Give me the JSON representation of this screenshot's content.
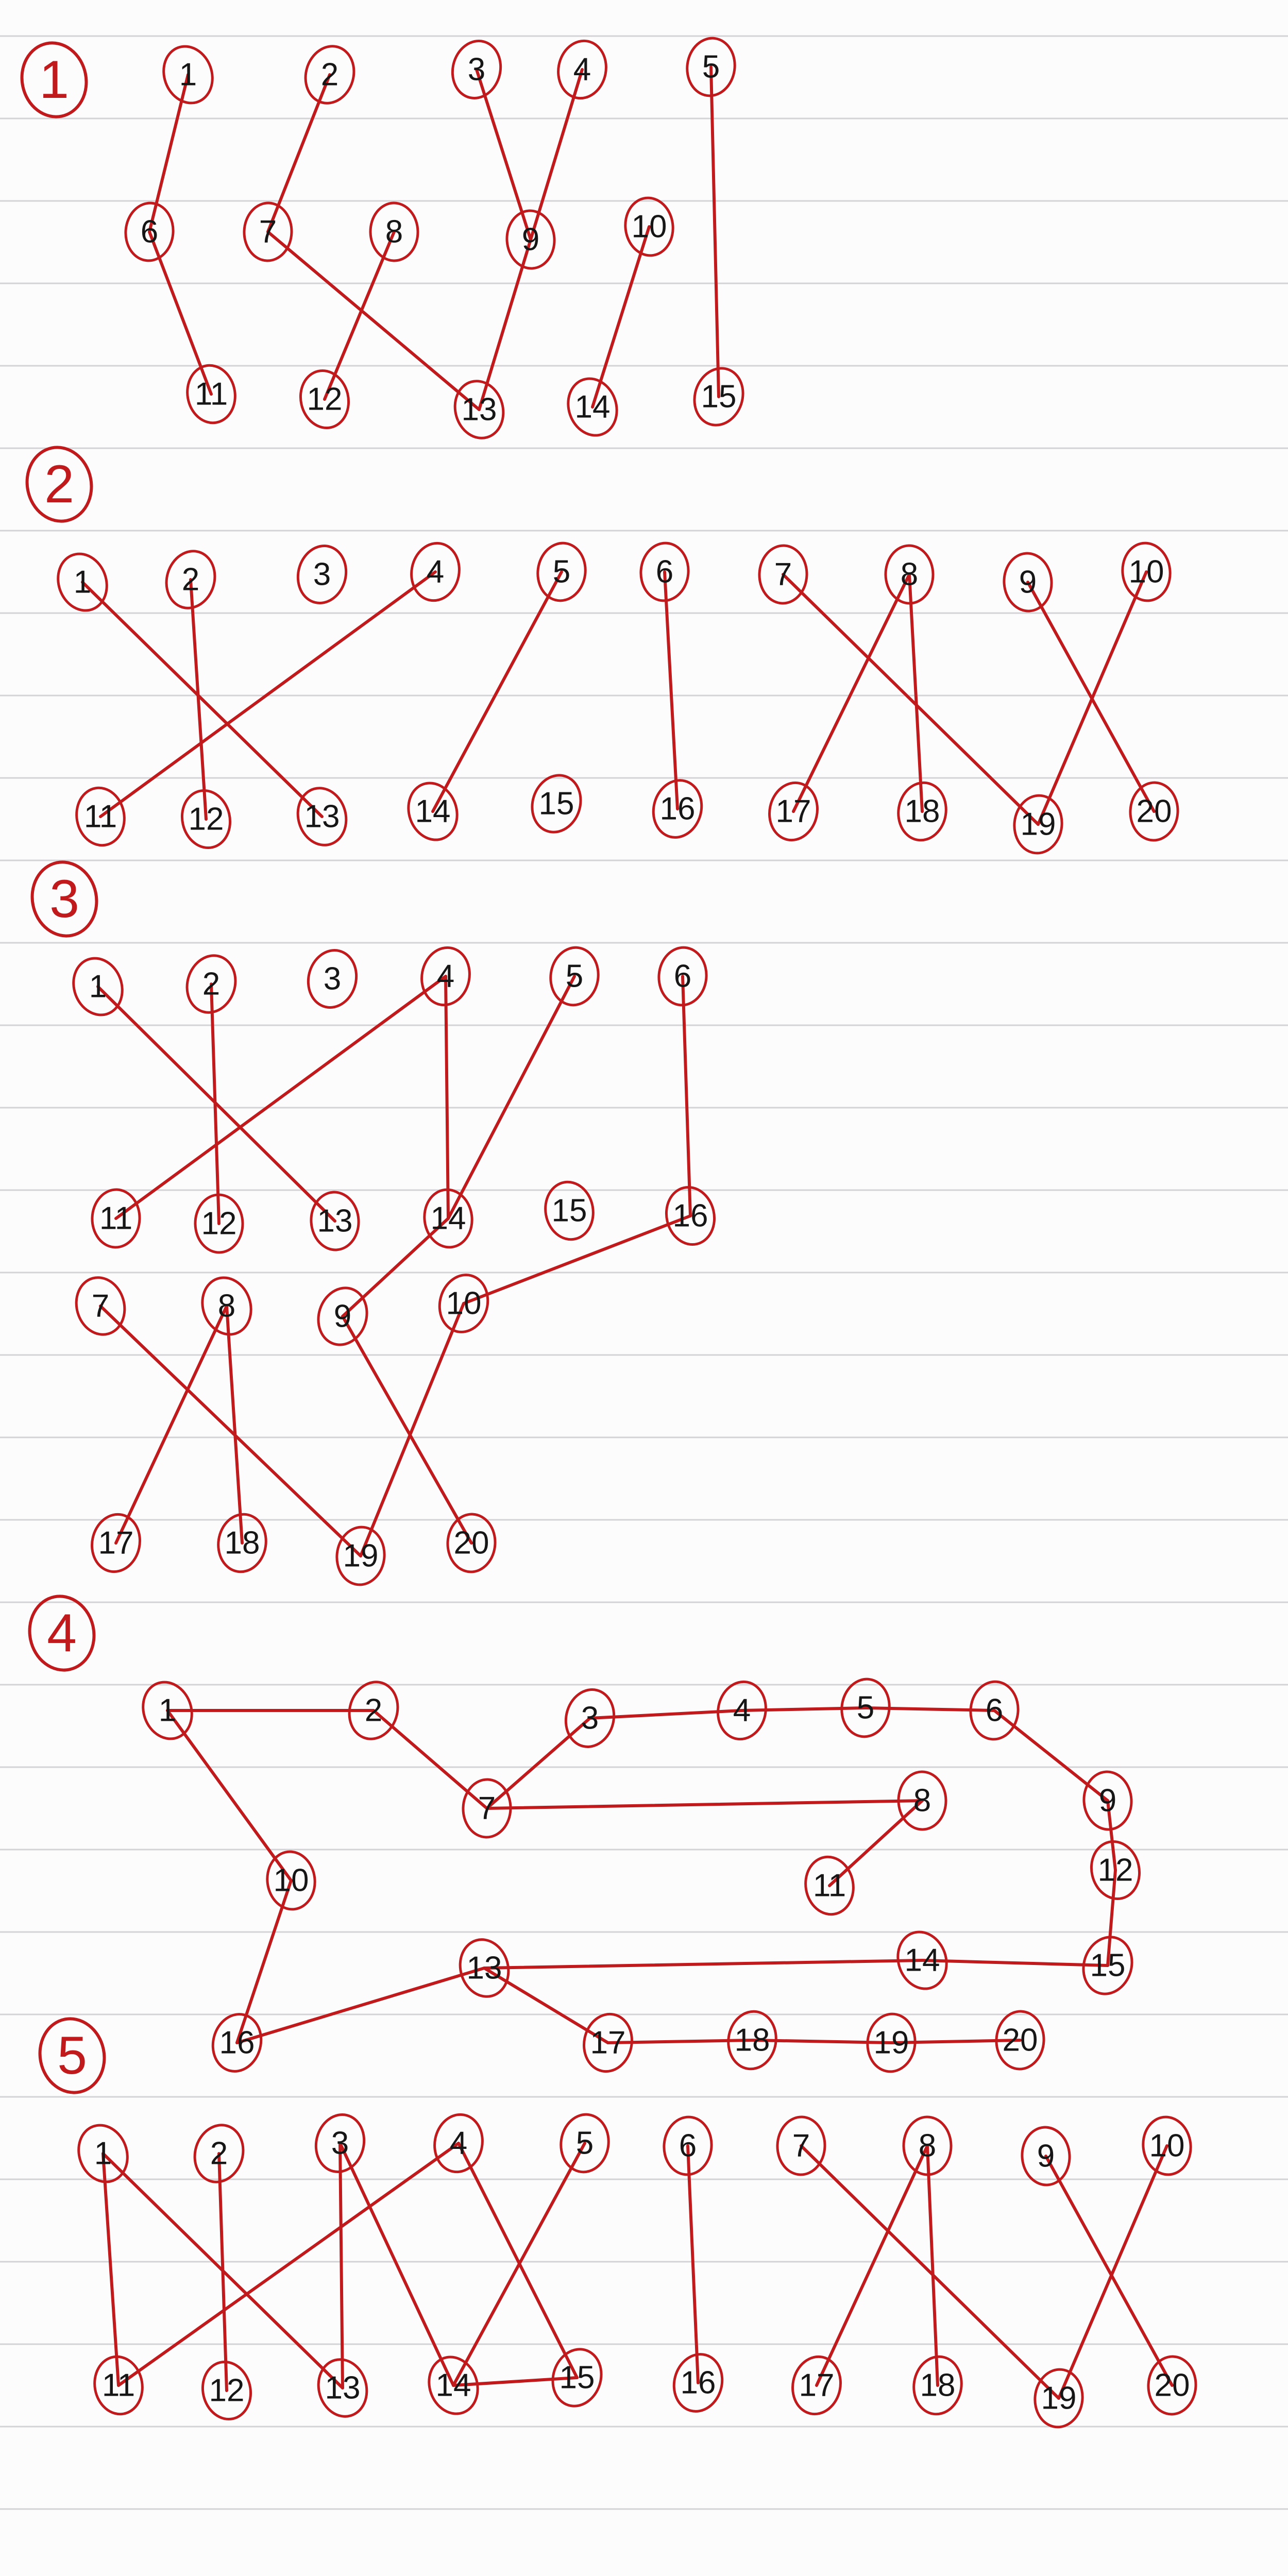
{
  "page": {
    "ink_color": "#c01a1d",
    "text_color": "#161616",
    "paper_color": "#fcfcfd",
    "rule_color": "#d3d3d6"
  },
  "sections": [
    {
      "label": "1",
      "nodes": [
        "1",
        "2",
        "3",
        "4",
        "5",
        "6",
        "7",
        "8",
        "9",
        "10",
        "11",
        "12",
        "13",
        "14",
        "15"
      ],
      "edges": [
        [
          "1",
          "6"
        ],
        [
          "6",
          "11"
        ],
        [
          "2",
          "7"
        ],
        [
          "7",
          "13"
        ],
        [
          "8",
          "12"
        ],
        [
          "3",
          "9"
        ],
        [
          "4",
          "9"
        ],
        [
          "9",
          "13"
        ],
        [
          "10",
          "14"
        ],
        [
          "5",
          "15"
        ]
      ]
    },
    {
      "label": "2",
      "nodes": [
        "1",
        "2",
        "3",
        "4",
        "5",
        "6",
        "7",
        "8",
        "9",
        "10",
        "11",
        "12",
        "13",
        "14",
        "15",
        "16",
        "17",
        "18",
        "19",
        "20"
      ],
      "edges": [
        [
          "1",
          "13"
        ],
        [
          "2",
          "12"
        ],
        [
          "4",
          "11"
        ],
        [
          "5",
          "14"
        ],
        [
          "6",
          "16"
        ],
        [
          "7",
          "19"
        ],
        [
          "8",
          "17"
        ],
        [
          "8",
          "18"
        ],
        [
          "9",
          "20"
        ],
        [
          "10",
          "19"
        ]
      ]
    },
    {
      "label": "3",
      "nodes": [
        "1",
        "2",
        "3",
        "4",
        "5",
        "6",
        "11",
        "12",
        "13",
        "14",
        "15",
        "16",
        "7",
        "8",
        "9",
        "10",
        "17",
        "18",
        "19",
        "20"
      ],
      "edges": [
        [
          "1",
          "13"
        ],
        [
          "2",
          "12"
        ],
        [
          "4",
          "11"
        ],
        [
          "4",
          "14"
        ],
        [
          "5",
          "14"
        ],
        [
          "6",
          "16"
        ],
        [
          "14",
          "9"
        ],
        [
          "16",
          "10"
        ],
        [
          "7",
          "19"
        ],
        [
          "8",
          "17"
        ],
        [
          "8",
          "18"
        ],
        [
          "9",
          "20"
        ],
        [
          "10",
          "19"
        ]
      ]
    },
    {
      "label": "4",
      "nodes": [
        "1",
        "2",
        "3",
        "4",
        "5",
        "6",
        "7",
        "8",
        "9",
        "10",
        "11",
        "12",
        "13",
        "14",
        "15",
        "16",
        "17",
        "18",
        "19",
        "20"
      ],
      "edges": [
        [
          "1",
          "2"
        ],
        [
          "1",
          "10"
        ],
        [
          "2",
          "7"
        ],
        [
          "7",
          "3"
        ],
        [
          "3",
          "4"
        ],
        [
          "4",
          "5"
        ],
        [
          "5",
          "6"
        ],
        [
          "6",
          "9"
        ],
        [
          "7",
          "8"
        ],
        [
          "8",
          "11"
        ],
        [
          "9",
          "12"
        ],
        [
          "12",
          "15"
        ],
        [
          "15",
          "14"
        ],
        [
          "14",
          "13"
        ],
        [
          "10",
          "16"
        ],
        [
          "16",
          "13"
        ],
        [
          "13",
          "17"
        ],
        [
          "17",
          "18"
        ],
        [
          "18",
          "19"
        ],
        [
          "19",
          "20"
        ]
      ]
    },
    {
      "label": "5",
      "nodes": [
        "1",
        "2",
        "3",
        "4",
        "5",
        "6",
        "7",
        "8",
        "9",
        "10",
        "11",
        "12",
        "13",
        "14",
        "15",
        "16",
        "17",
        "18",
        "19",
        "20"
      ],
      "edges": [
        [
          "1",
          "11"
        ],
        [
          "1",
          "13"
        ],
        [
          "2",
          "12"
        ],
        [
          "3",
          "13"
        ],
        [
          "3",
          "14"
        ],
        [
          "4",
          "11"
        ],
        [
          "4",
          "15"
        ],
        [
          "5",
          "14"
        ],
        [
          "14",
          "15"
        ],
        [
          "6",
          "16"
        ],
        [
          "7",
          "19"
        ],
        [
          "8",
          "17"
        ],
        [
          "8",
          "18"
        ],
        [
          "9",
          "20"
        ],
        [
          "10",
          "19"
        ]
      ]
    }
  ]
}
